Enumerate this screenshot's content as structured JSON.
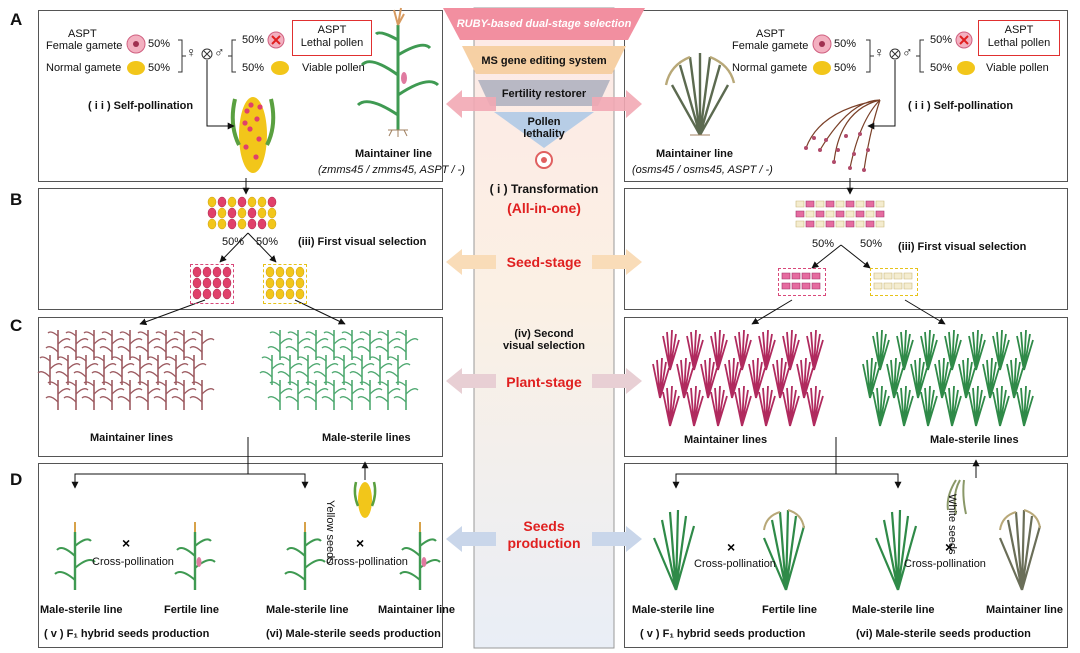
{
  "sections": {
    "a": "A",
    "b": "B",
    "c": "C",
    "d": "D"
  },
  "funnel": {
    "title": "RUBY-based dual-stage selection",
    "level2": "MS gene editing system",
    "level3": "Fertility restorer",
    "level4": "Pollen lethality",
    "transformation": "( i ) Transformation",
    "all_in_one": "(All-in-one)"
  },
  "center": {
    "seed_stage": "Seed-stage",
    "second_selection": "(iv) Second visual selection",
    "plant_stage": "Plant-stage",
    "seeds_production": "Seeds production"
  },
  "maize": {
    "aspt": "ASPT",
    "female_gamete": "Female gamete",
    "normal_gamete": "Normal gamete",
    "pct": "50%",
    "lethal_box_top": "ASPT",
    "lethal_box_bottom": "Lethal pollen",
    "viable": "Viable pollen",
    "self_poll": "( i i ) Self-pollination",
    "maintainer": "Maintainer line",
    "genotype": "(zmms45 / zmms45, ASPT / -)",
    "first_sel": "(iii) First visual selection",
    "maintainer_lines": "Maintainer lines",
    "ms_lines": "Male-sterile lines",
    "yellow_seeds": "Yellow seeds",
    "cross1": "Cross-pollination",
    "cross2": "Cross-pollination",
    "ms_line1": "Male-sterile line",
    "fertile": "Fertile line",
    "ms_line2": "Male-sterile line",
    "maint_line": "Maintainer line",
    "f1": "( v ) F₁ hybrid seeds production",
    "vi": "(vi) Male-sterile seeds production"
  },
  "rice": {
    "aspt": "ASPT",
    "female_gamete": "Female gamete",
    "normal_gamete": "Normal gamete",
    "pct": "50%",
    "lethal_box_top": "ASPT",
    "lethal_box_bottom": "Lethal pollen",
    "viable": "Viable pollen",
    "self_poll": "( i i ) Self-pollination",
    "maintainer": "Maintainer line",
    "genotype": "(osms45 / osms45, ASPT / -)",
    "first_sel": "(iii) First visual selection",
    "maintainer_lines": "Maintainer lines",
    "ms_lines": "Male-sterile lines",
    "white_seeds": "White seeds",
    "cross1": "Cross-pollination",
    "cross2": "Cross-pollination",
    "ms_line1": "Male-sterile line",
    "fertile": "Fertile line",
    "ms_line2": "Male-sterile line",
    "maint_line": "Maintainer line",
    "f1": "( v ) F₁ hybrid seeds production",
    "vi": "(vi) Male-sterile seeds production"
  },
  "colors": {
    "accent_red": "#e02020",
    "maize_yellow": "#f2c61a",
    "ruby": "#d9356a",
    "plant_green": "#3f9a52"
  }
}
